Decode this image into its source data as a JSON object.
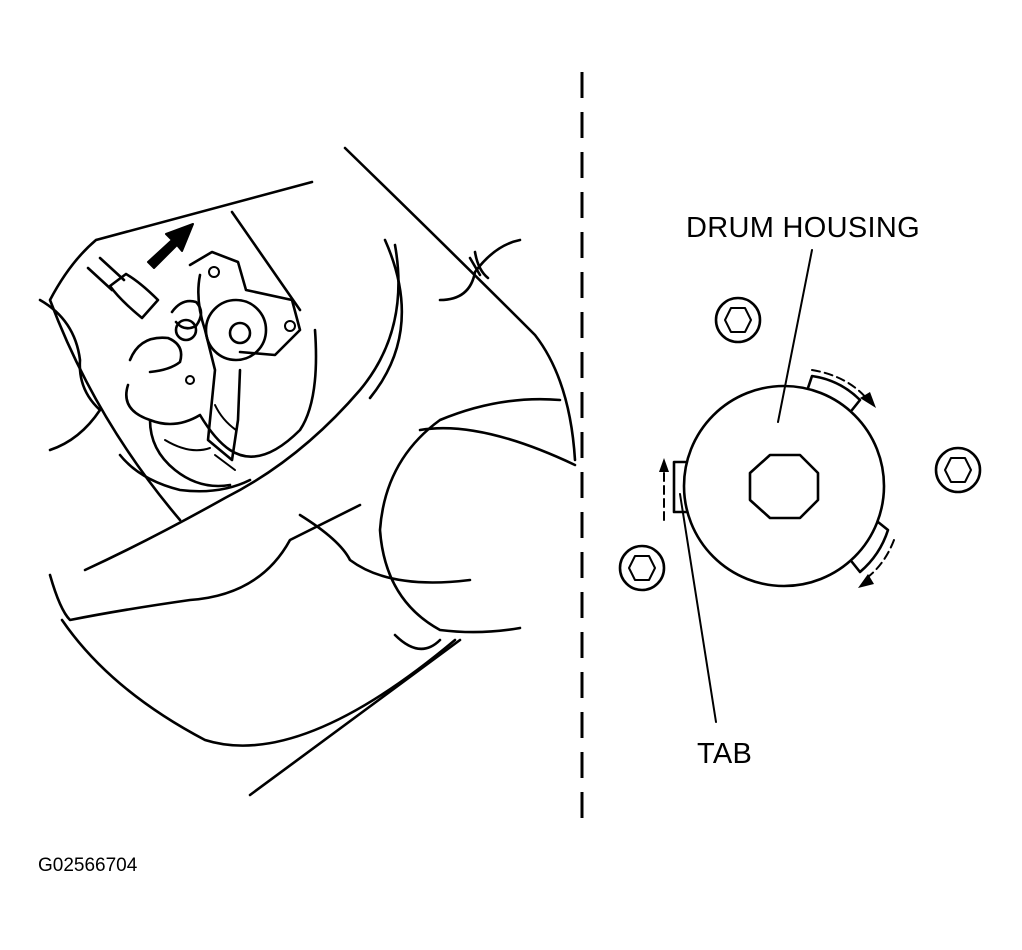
{
  "labels": {
    "drum_housing": "DRUM HOUSING",
    "tab": "TAB",
    "figure_code": "G02566704"
  },
  "colors": {
    "ink": "#000000",
    "paper": "#ffffff"
  }
}
